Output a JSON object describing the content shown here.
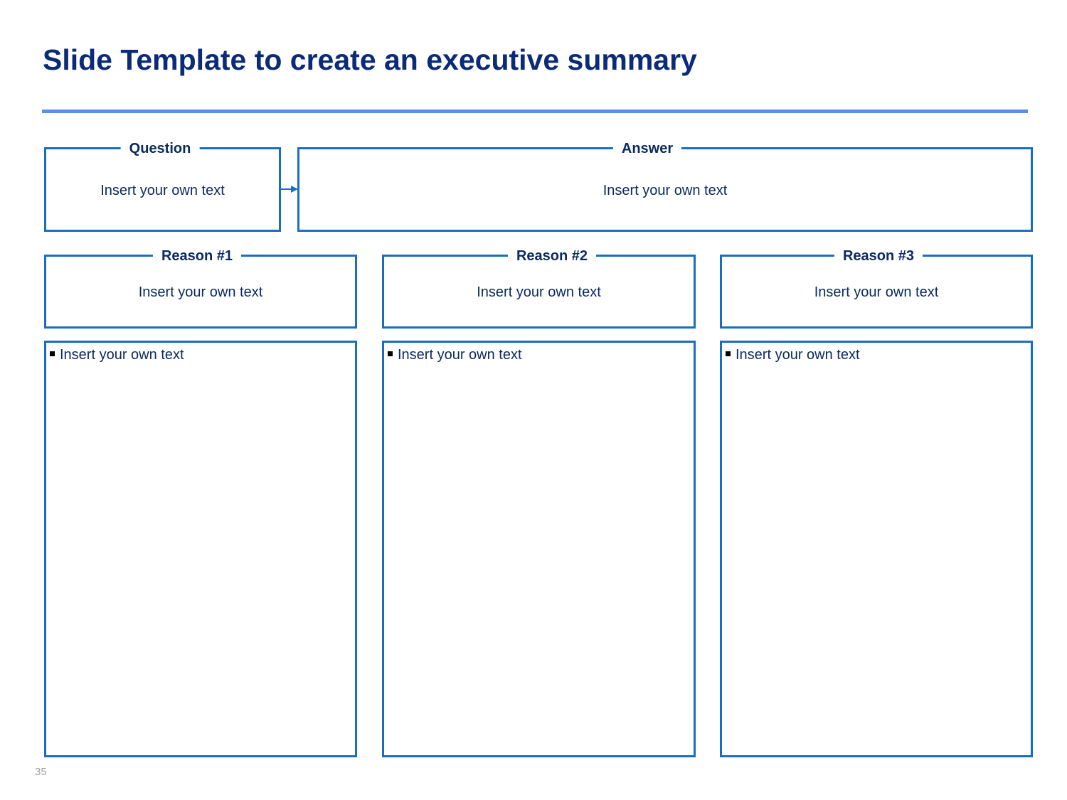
{
  "slide": {
    "title": "Slide Template to create an executive summary",
    "page_number": "35"
  },
  "question": {
    "label": "Question",
    "text": "Insert your own text"
  },
  "answer": {
    "label": "Answer",
    "text": "Insert your own text"
  },
  "reasons": [
    {
      "label": "Reason #1",
      "text": "Insert your own text",
      "bullet": "Insert your own text"
    },
    {
      "label": "Reason #2",
      "text": "Insert your own text",
      "bullet": "Insert your own text"
    },
    {
      "label": "Reason #3",
      "text": "Insert your own text",
      "bullet": "Insert your own text"
    }
  ],
  "colors": {
    "title": "#0b2a78",
    "rule": "#5b8ee8",
    "box_border": "#1a6ec0",
    "text": "#0b2a60",
    "page_number": "#a0a0a0"
  },
  "icons": {
    "connector": "arrow-right-icon",
    "bullet": "square-bullet-icon"
  }
}
